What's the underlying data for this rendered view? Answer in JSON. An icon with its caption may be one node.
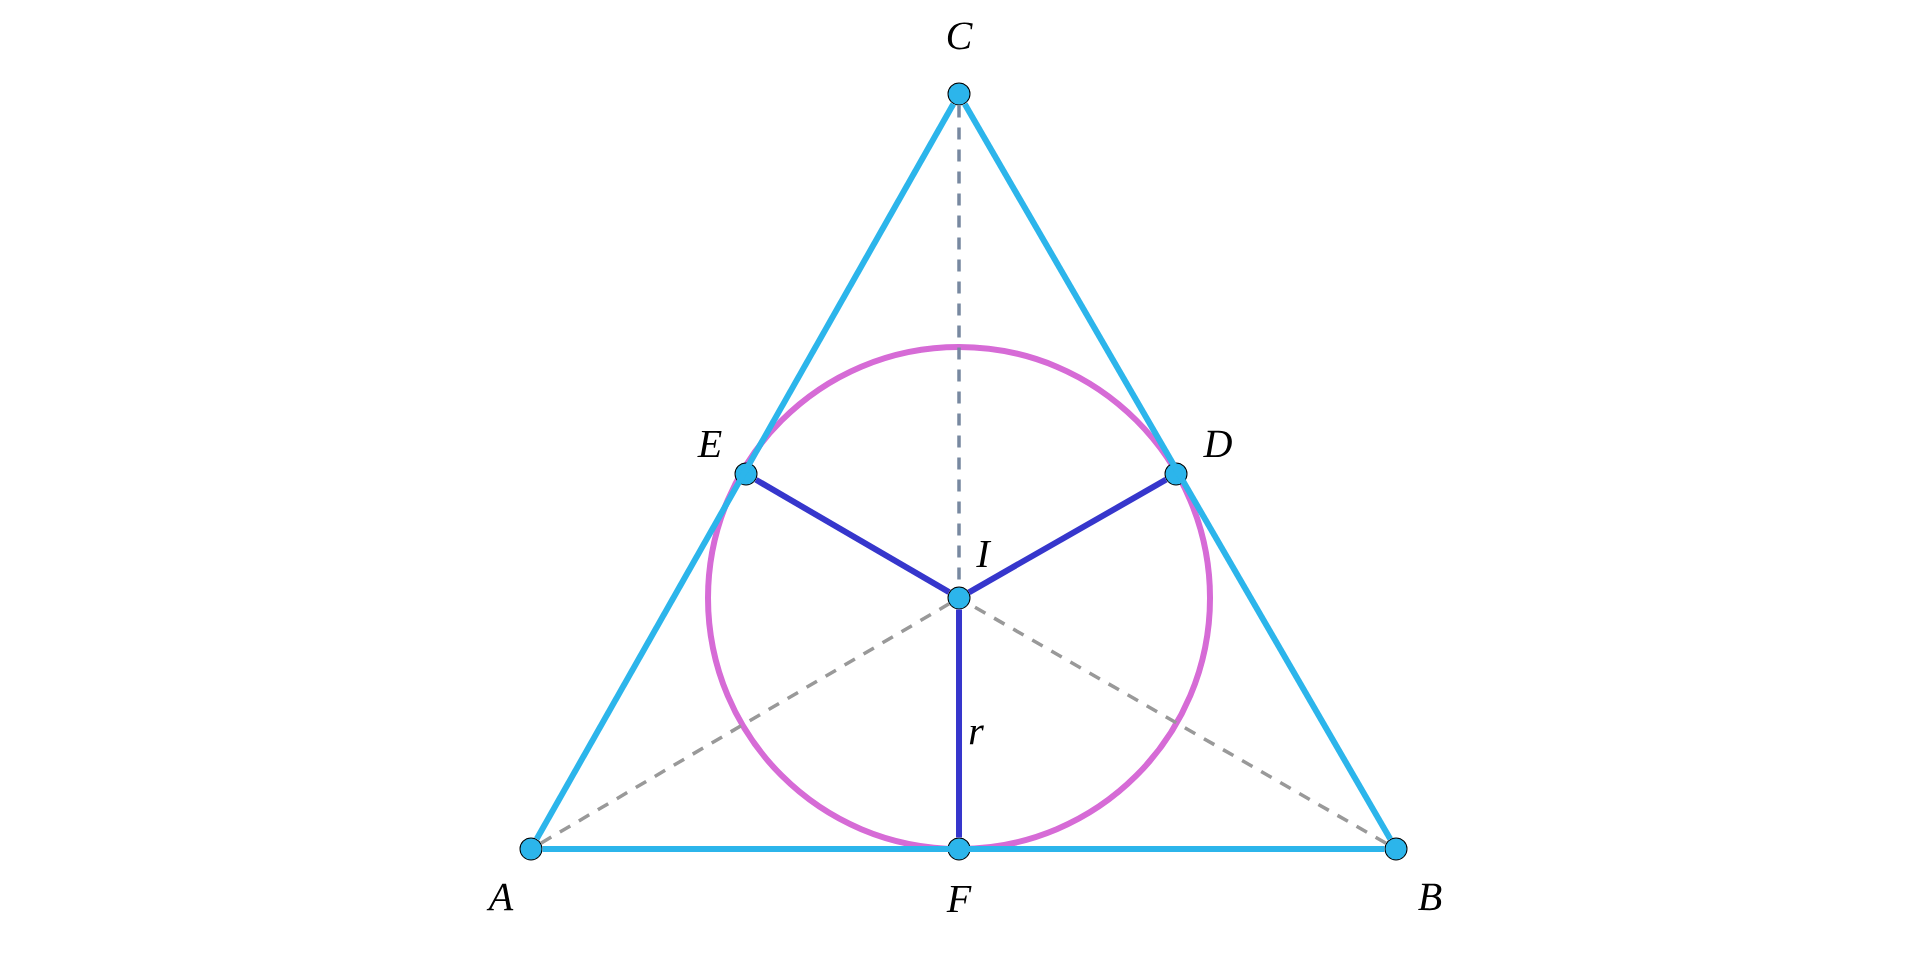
{
  "diagram": {
    "nodes": [
      {
        "text": [
          "C"
        ]
      },
      {
        "text": [
          "E"
        ]
      },
      {
        "text": [
          "D"
        ]
      },
      {
        "text": [
          "I"
        ]
      },
      {
        "text": [
          "A"
        ]
      },
      {
        "text": [
          "F"
        ]
      },
      {
        "text": [
          "B"
        ]
      }
    ],
    "edges": [
      {
        "from": 4,
        "to": 6,
        "arrow": "none",
        "color": "#2cb5eb"
      },
      {
        "from": 6,
        "to": 0,
        "arrow": "none",
        "color": "#2cb5eb"
      },
      {
        "from": 0,
        "to": 4,
        "arrow": "none",
        "color": "#2cb5eb"
      },
      {
        "from": 3,
        "to": 1,
        "arrow": "none",
        "color": "#3636cc"
      },
      {
        "from": 3,
        "to": 2,
        "arrow": "none",
        "color": "#3636cc"
      },
      {
        "from": 3,
        "to": 5,
        "arrow": "none",
        "color": "#3636cc",
        "label": "r"
      },
      {
        "from": 0,
        "to": 3,
        "arrow": "none",
        "style": "dashed",
        "color": "#7788a0"
      },
      {
        "from": 4,
        "to": 3,
        "arrow": "none",
        "style": "dashed",
        "color": "#999999"
      },
      {
        "from": 6,
        "to": 3,
        "arrow": "none",
        "style": "dashed",
        "color": "#999999"
      }
    ]
  }
}
